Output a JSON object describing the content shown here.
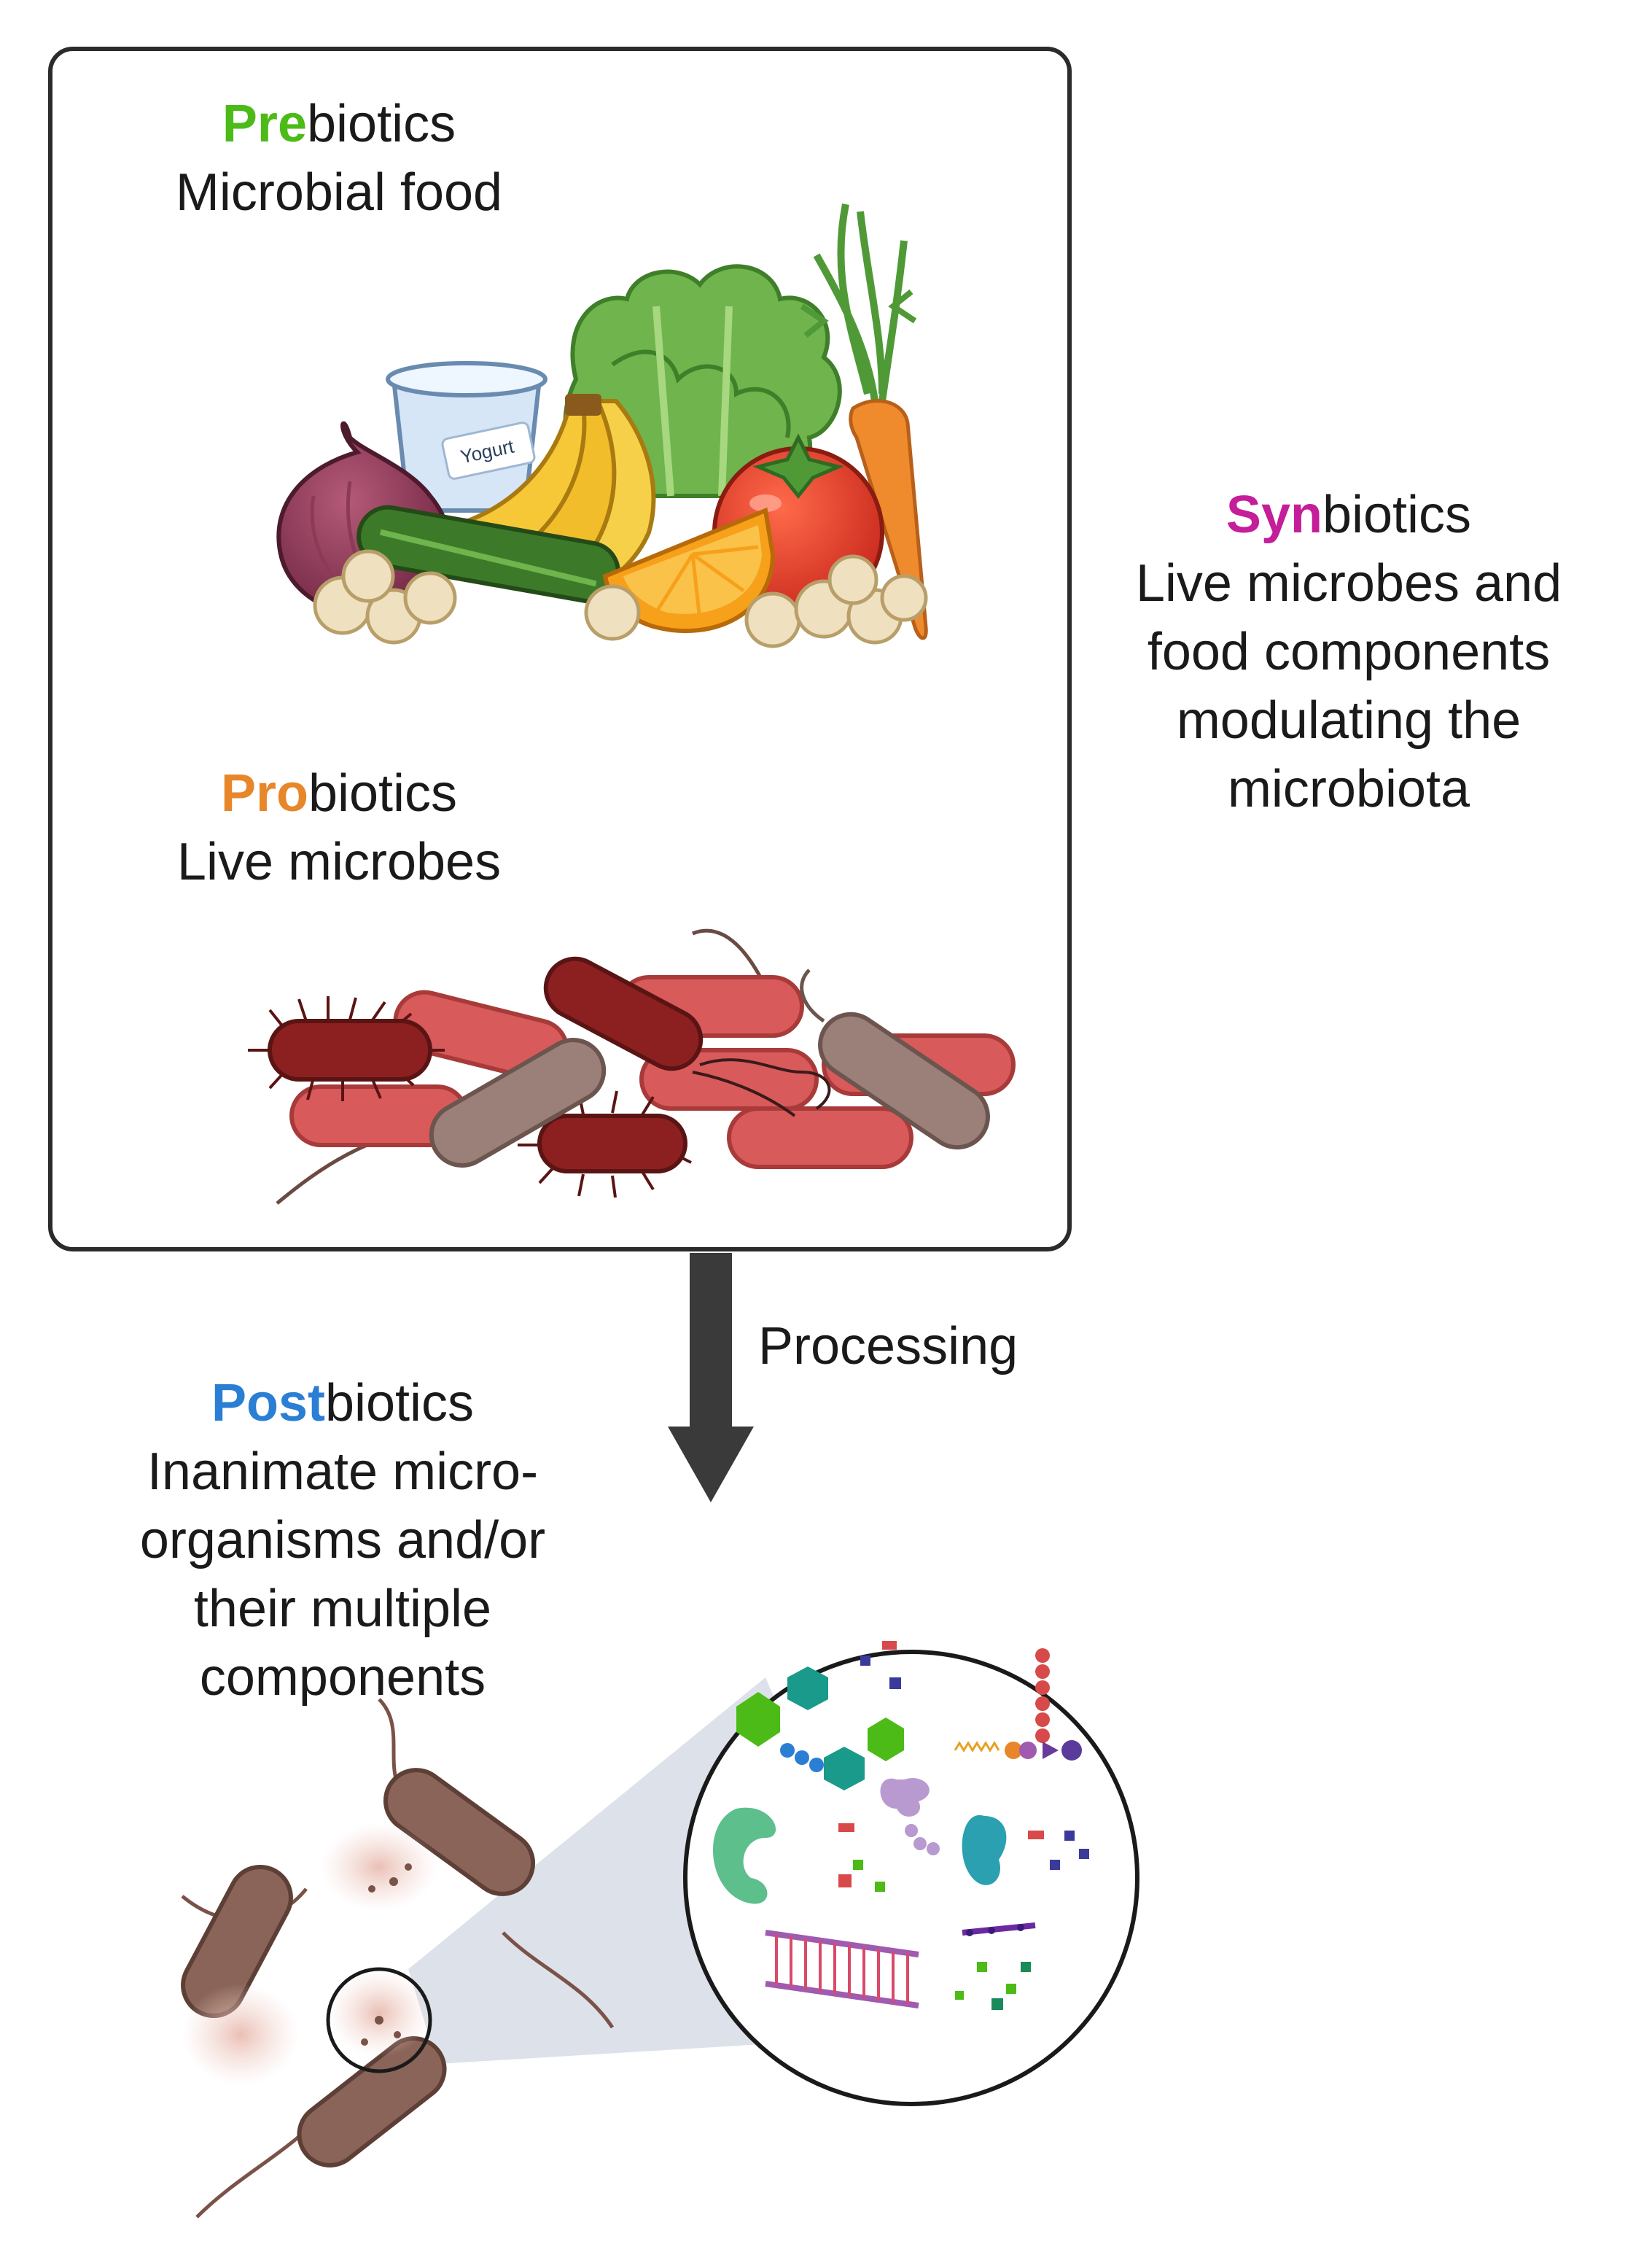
{
  "prebiotics": {
    "prefix": "Pre",
    "suffix": "biotics",
    "description": "Microbial food",
    "prefix_color": "#4cbb17"
  },
  "probiotics": {
    "prefix": "Pro",
    "suffix": "biotics",
    "description": "Live microbes",
    "prefix_color": "#e8862a"
  },
  "synbiotics": {
    "prefix": "Syn",
    "suffix": "biotics",
    "prefix_color": "#c41e9a",
    "description_lines": [
      "Live microbes and",
      "food components",
      "modulating the",
      "microbiota"
    ]
  },
  "postbiotics": {
    "prefix": "Post",
    "suffix": "biotics",
    "prefix_color": "#2a7fd4",
    "description_lines": [
      "Inanimate micro-",
      "organisms and/or",
      "their multiple",
      "components"
    ]
  },
  "arrow": {
    "label": "Processing",
    "color": "#3a3a3a"
  },
  "food_items": {
    "yogurt_label": "Yogurt"
  },
  "icons": [
    "onion-icon",
    "yogurt-cup-icon",
    "banana-icon",
    "cucumber-icon",
    "lettuce-icon",
    "tomato-icon",
    "orange-slice-icon",
    "carrot-icon",
    "chickpea-icon",
    "bacteria-icon",
    "magnifier-circle-icon",
    "molecule-icon"
  ]
}
